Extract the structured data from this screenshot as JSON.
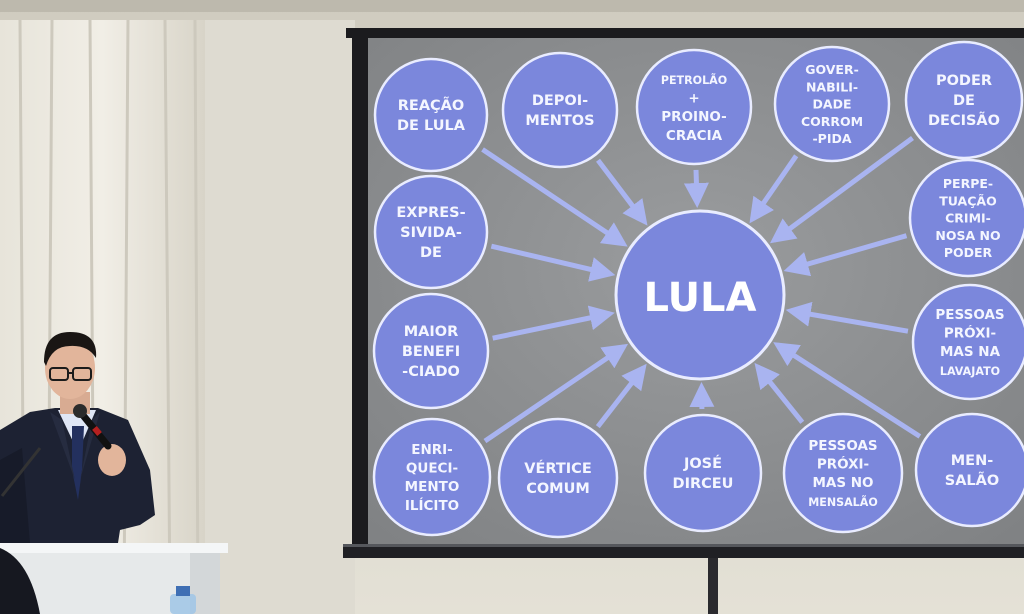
{
  "center": {
    "label": "LULA"
  },
  "nodes": [
    {
      "id": "reacao",
      "lines": [
        "REAÇÃO",
        "DE LULA"
      ]
    },
    {
      "id": "depoimentos",
      "lines": [
        "DEPOI-",
        "MENTOS"
      ]
    },
    {
      "id": "petrolao",
      "lines": [
        "PETROLÃO",
        "+",
        "PROINO-",
        "CRACIA"
      ]
    },
    {
      "id": "govern",
      "lines": [
        "GOVER-",
        "NABILI-",
        "DADE",
        "CORROM",
        "-PIDA"
      ]
    },
    {
      "id": "poder",
      "lines": [
        "PODER",
        "DE",
        "DECISÃO"
      ]
    },
    {
      "id": "expressiv",
      "lines": [
        "EXPRES-",
        "SIVIDA-",
        "DE"
      ]
    },
    {
      "id": "perpetuacao",
      "lines": [
        "PERPE-",
        "TUAÇÃO",
        "CRIMI-",
        "NOSA NO",
        "PODER"
      ]
    },
    {
      "id": "maior",
      "lines": [
        "MAIOR",
        "BENEFI",
        "-CIADO"
      ]
    },
    {
      "id": "lavajato",
      "lines": [
        "PESSOAS",
        "PRÓXI-",
        "MAS NA",
        "LAVAJATO"
      ]
    },
    {
      "id": "enriq",
      "lines": [
        "ENRI-",
        "QUECI-",
        "MENTO",
        "ILÍCITO"
      ]
    },
    {
      "id": "vertice",
      "lines": [
        "VÉRTICE",
        "COMUM"
      ]
    },
    {
      "id": "dirceu",
      "lines": [
        "JOSÉ",
        "DIRCEU"
      ]
    },
    {
      "id": "mensalao_p",
      "lines": [
        "PESSOAS",
        "PRÓXI-",
        "MAS NO",
        "MENSALÃO"
      ]
    },
    {
      "id": "mensalao",
      "lines": [
        "MEN-",
        "SALÃO"
      ]
    }
  ],
  "colors": {
    "wall": "#d9d6cc",
    "screen_bg": "#8f9193",
    "bubble": "#7b87dc",
    "bubble_border": "#e9ecff",
    "arrow": "#a9b4f0",
    "suit": "#1d2233",
    "podium": "#eef1f2"
  },
  "icons": [
    "microphone-icon",
    "water-bottle-icon"
  ]
}
